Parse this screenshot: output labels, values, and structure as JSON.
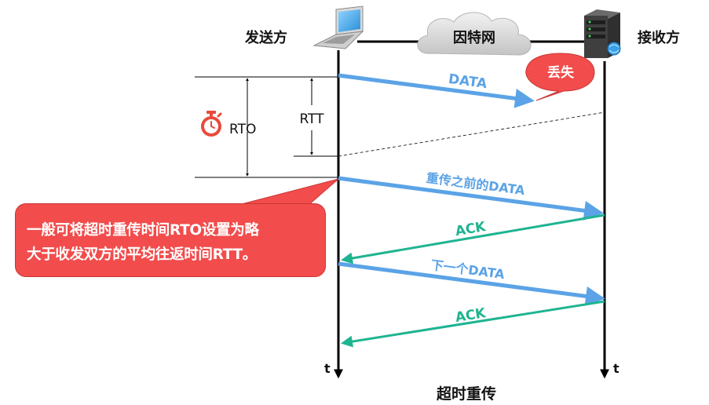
{
  "title": "超时重传",
  "sender": {
    "label": "发送方",
    "icon": "laptop-icon"
  },
  "receiver": {
    "label": "接收方",
    "icon": "server-icon"
  },
  "network": {
    "label": "因特网",
    "icon": "cloud-icon"
  },
  "timeline_label": "t",
  "lost_label": "丢失",
  "rto_label": "RTO",
  "rto_icon": "stopwatch-icon",
  "rtt_label": "RTT",
  "messages": [
    {
      "label": "DATA",
      "color": "#5ba3e6"
    },
    {
      "label": "重传之前的DATA",
      "color": "#5ba3e6"
    },
    {
      "label": "ACK",
      "color": "#1fb491"
    },
    {
      "label": "下一个DATA",
      "color": "#5ba3e6"
    },
    {
      "label": "ACK",
      "color": "#1fb491"
    }
  ],
  "callout": {
    "line1": "一般可将超时重传时间RTO设置为略",
    "line2": "大于收发双方的平均往返时间RTT。",
    "color": "#f24c4c"
  }
}
